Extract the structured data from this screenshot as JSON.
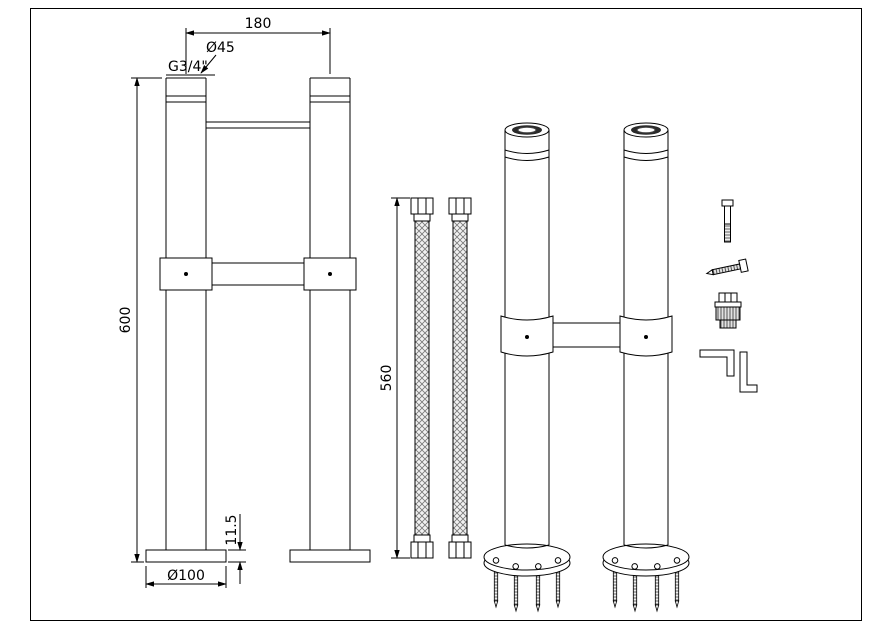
{
  "sheet": {
    "background_color": "#ffffff",
    "line_color": "#000000",
    "braid_hatch_color": "#777777"
  },
  "front_view": {
    "dim_center_distance": "180",
    "dim_pipe_diameter": "Ø45",
    "dim_thread": "G3/4\"",
    "dim_height": "600",
    "dim_base_height": "11.5",
    "dim_base_diameter": "Ø100"
  },
  "hoses": {
    "dim_length": "560"
  }
}
